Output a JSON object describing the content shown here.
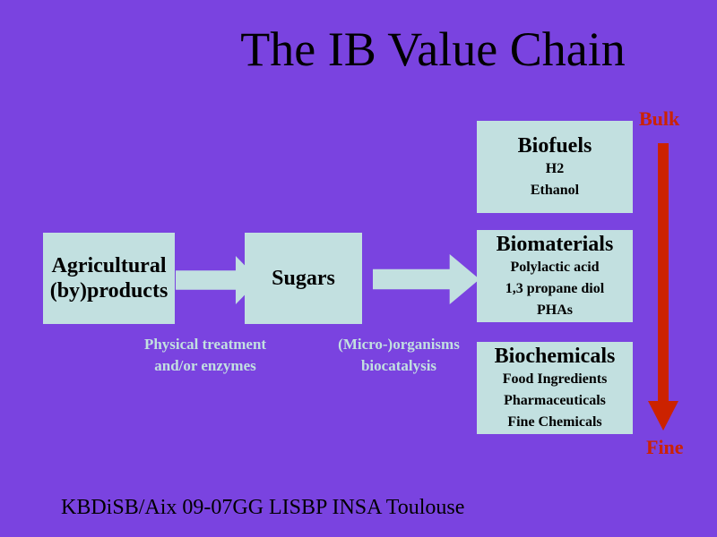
{
  "title": "The IB Value Chain",
  "boxes": {
    "agricultural": {
      "lines": [
        "Agricultural",
        "(by)products"
      ]
    },
    "sugars": {
      "title": "Sugars"
    },
    "biofuels": {
      "title": "Biofuels",
      "items": [
        "H2",
        "Ethanol"
      ]
    },
    "biomaterials": {
      "title": "Biomaterials",
      "items": [
        "Polylactic acid",
        "1,3 propane diol",
        "PHAs"
      ]
    },
    "biochemicals": {
      "title": "Biochemicals",
      "items": [
        "Food Ingredients",
        "Pharmaceuticals",
        "Fine Chemicals"
      ]
    }
  },
  "captions": {
    "step1": [
      "Physical treatment",
      "and/or enzymes"
    ],
    "step2": [
      "(Micro-)organisms",
      "biocatalysis"
    ]
  },
  "scale": {
    "top": "Bulk",
    "bottom": "Fine",
    "color": "#cc2200"
  },
  "footer": "KBDiSB/Aix 09-07GG LISBP INSA Toulouse",
  "colors": {
    "background": "#7a43e0",
    "box": "#c2e0e0",
    "caption": "#c2e0e0",
    "scale_arrow": "#cc2200"
  }
}
